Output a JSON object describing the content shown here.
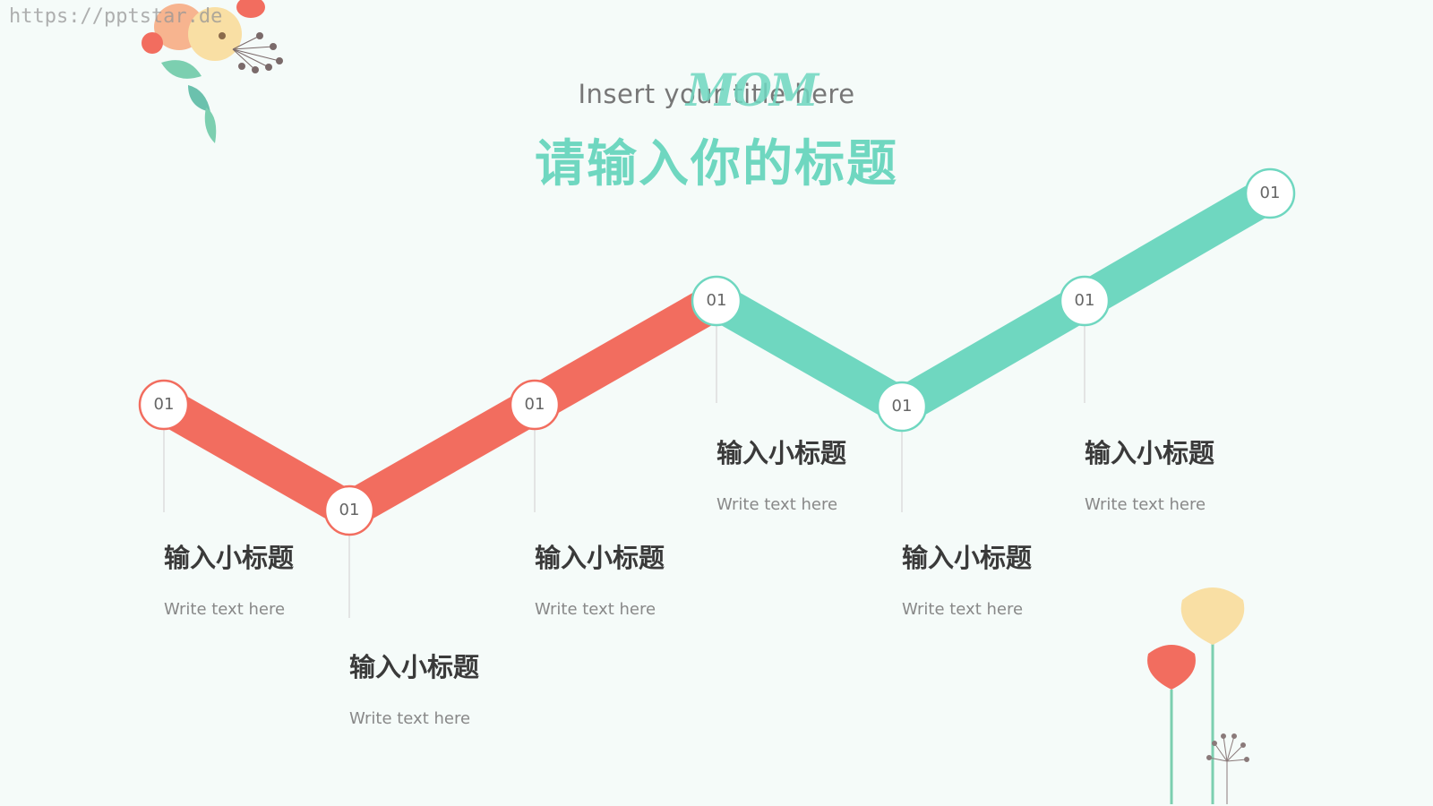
{
  "watermark": "https://pptstar.de",
  "header": {
    "subtitle": "Insert your title here",
    "logo": "MOM",
    "title": "请输入你的标题"
  },
  "colors": {
    "red": "#f26d5f",
    "teal": "#6fd7c0",
    "line": "#dddddd"
  },
  "nodes": [
    {
      "label": "01",
      "color": "red"
    },
    {
      "label": "01",
      "color": "red"
    },
    {
      "label": "01",
      "color": "red"
    },
    {
      "label": "01",
      "color": "teal"
    },
    {
      "label": "01",
      "color": "teal"
    },
    {
      "label": "01",
      "color": "teal"
    },
    {
      "label": "01",
      "color": "teal"
    }
  ],
  "items": [
    {
      "title": "输入小标题",
      "text": "Write text here"
    },
    {
      "title": "输入小标题",
      "text": "Write text here"
    },
    {
      "title": "输入小标题",
      "text": "Write text here"
    },
    {
      "title": "输入小标题",
      "text": "Write text here"
    },
    {
      "title": "输入小标题",
      "text": "Write text here"
    },
    {
      "title": "输入小标题",
      "text": "Write text here"
    }
  ]
}
